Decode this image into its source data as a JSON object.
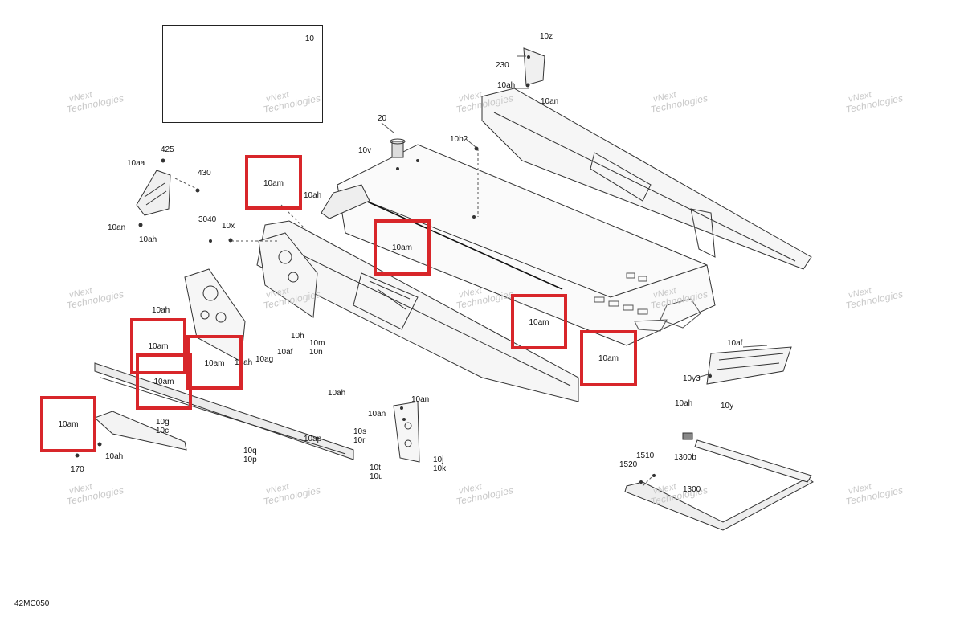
{
  "diagram": {
    "figure_code": "42MC050",
    "inset_label": "10",
    "watermark": {
      "line1": "vNext",
      "line2": "Technologies"
    },
    "highlight_color": "#d8262a",
    "highlight_label": "10am",
    "labels": {
      "l10z": "10z",
      "l230": "230",
      "l10ah_a": "10ah",
      "l10an_a": "10an",
      "l20": "20",
      "l10b2": "10b2",
      "l10v": "10v",
      "l10ah_b": "10ah",
      "l425": "425",
      "l10aa": "10aa",
      "l430": "430",
      "l10an_b": "10an",
      "l10ah_c": "10ah",
      "l3040": "3040",
      "l10x": "10x",
      "l10ah_d": "10ah",
      "l10h": "10h",
      "l10m": "10m",
      "l10n": "10n",
      "l10af_a": "10af",
      "l10ah_e": "10ah",
      "l10ag": "10ag",
      "l10ah_f": "10ah",
      "l10s": "10s",
      "l10r": "10r",
      "l10ap": "10ap",
      "l10q": "10q",
      "l10p": "10p",
      "l10g": "10g",
      "l10c": "10c",
      "l10ah_g": "10ah",
      "l170": "170",
      "l10an_c": "10an",
      "l10an_d": "10an",
      "l10t": "10t",
      "l10u": "10u",
      "l10j": "10j",
      "l10k": "10k",
      "l10af_b": "10af",
      "l10y3": "10y3",
      "l10ah_h": "10ah",
      "l10y": "10y",
      "l1510": "1510",
      "l1520": "1520",
      "l1300b": "1300b",
      "l1300": "1300"
    }
  }
}
